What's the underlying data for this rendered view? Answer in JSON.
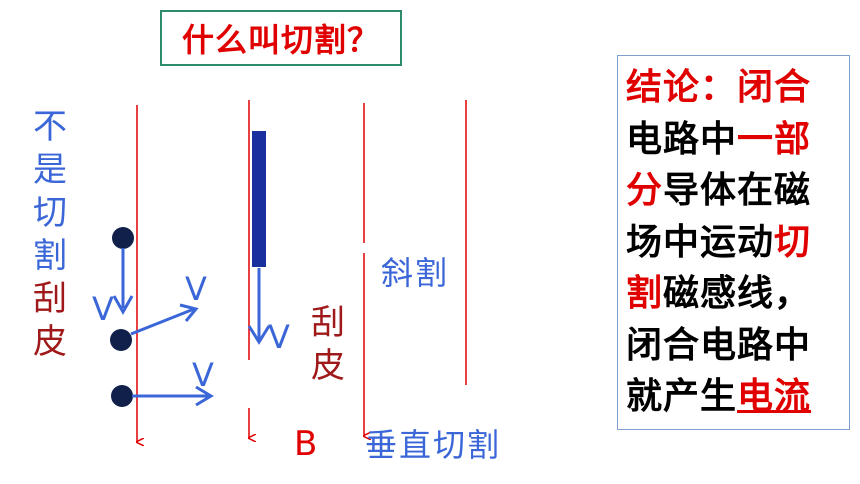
{
  "title": "什么叫切割？",
  "left_label": {
    "not_cut": [
      "不",
      "是",
      "切",
      "割"
    ],
    "scrape": [
      "刮",
      "皮"
    ]
  },
  "middle_label_scrape": [
    "刮",
    "皮"
  ],
  "oblique_cut": "斜割",
  "vertical_cut": "垂直切割",
  "field_symbol": "B",
  "velocity_symbol": "V",
  "conclusion": {
    "l1": "结论：闭合",
    "l2a": "电路中",
    "l2b": "一部",
    "l3a": "分",
    "l3b": "导体在磁",
    "l4a": "场中运动",
    "l4b": "切",
    "l5a": "割",
    "l5b": "磁感线，",
    "l6": "闭合电路中",
    "l7a": "就产生",
    "l7b": "电流"
  },
  "colors": {
    "accent_red": "#e00000",
    "blue": "#3a66d8",
    "conductor": "#1a2f9e",
    "field_line": "#e00000",
    "title_border": "#2e8b6a"
  },
  "icons": [
    "field-line-arrow",
    "velocity-arrow",
    "ball-conductor",
    "rod-conductor"
  ]
}
